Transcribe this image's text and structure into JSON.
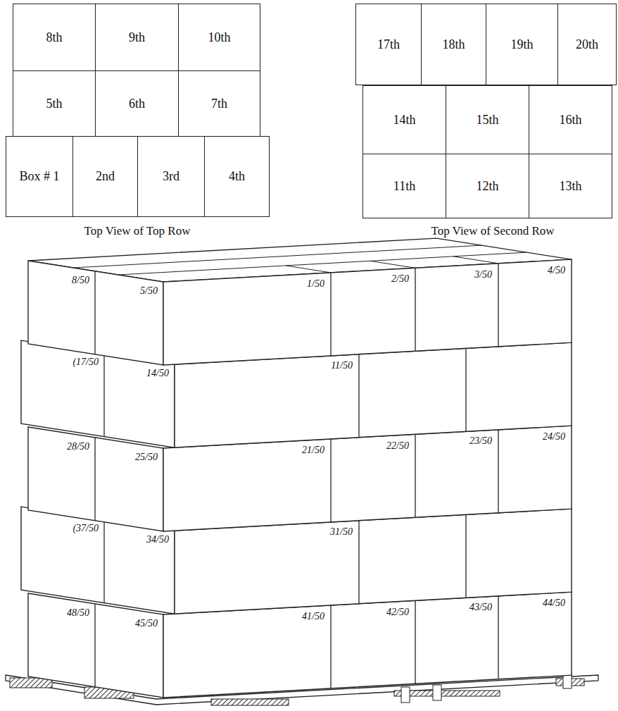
{
  "diagram": {
    "nodes": [
      {
        "text": [
          "8th"
        ]
      },
      {
        "text": [
          "9th"
        ]
      },
      {
        "text": [
          "10th"
        ]
      },
      {
        "text": [
          "5th"
        ]
      },
      {
        "text": [
          "6th"
        ]
      },
      {
        "text": [
          "7th"
        ]
      },
      {
        "text": [
          "Box # 1"
        ]
      },
      {
        "text": [
          "2nd"
        ]
      },
      {
        "text": [
          "3rd"
        ]
      },
      {
        "text": [
          "4th"
        ]
      },
      {
        "text": [
          "17th"
        ]
      },
      {
        "text": [
          "18th"
        ]
      },
      {
        "text": [
          "19th"
        ]
      },
      {
        "text": [
          "20th"
        ]
      },
      {
        "text": [
          "14th"
        ]
      },
      {
        "text": [
          "15th"
        ]
      },
      {
        "text": [
          "16th"
        ]
      },
      {
        "text": [
          "11th"
        ]
      },
      {
        "text": [
          "12th"
        ]
      },
      {
        "text": [
          "13th"
        ]
      }
    ],
    "labels": [
      "Top View of Top Row",
      "Top View of Second Row",
      "8/50",
      "5/50",
      "1/50",
      "2/50",
      "3/50",
      "4/50",
      "(17/50",
      "14/50",
      "11/50",
      "28/50",
      "25/50",
      "21/50",
      "22/50",
      "23/50",
      "24/50",
      "(37/50",
      "34/50",
      "31/50",
      "48/50",
      "45/50",
      "41/50",
      "42/50",
      "43/50",
      "44/50"
    ]
  }
}
